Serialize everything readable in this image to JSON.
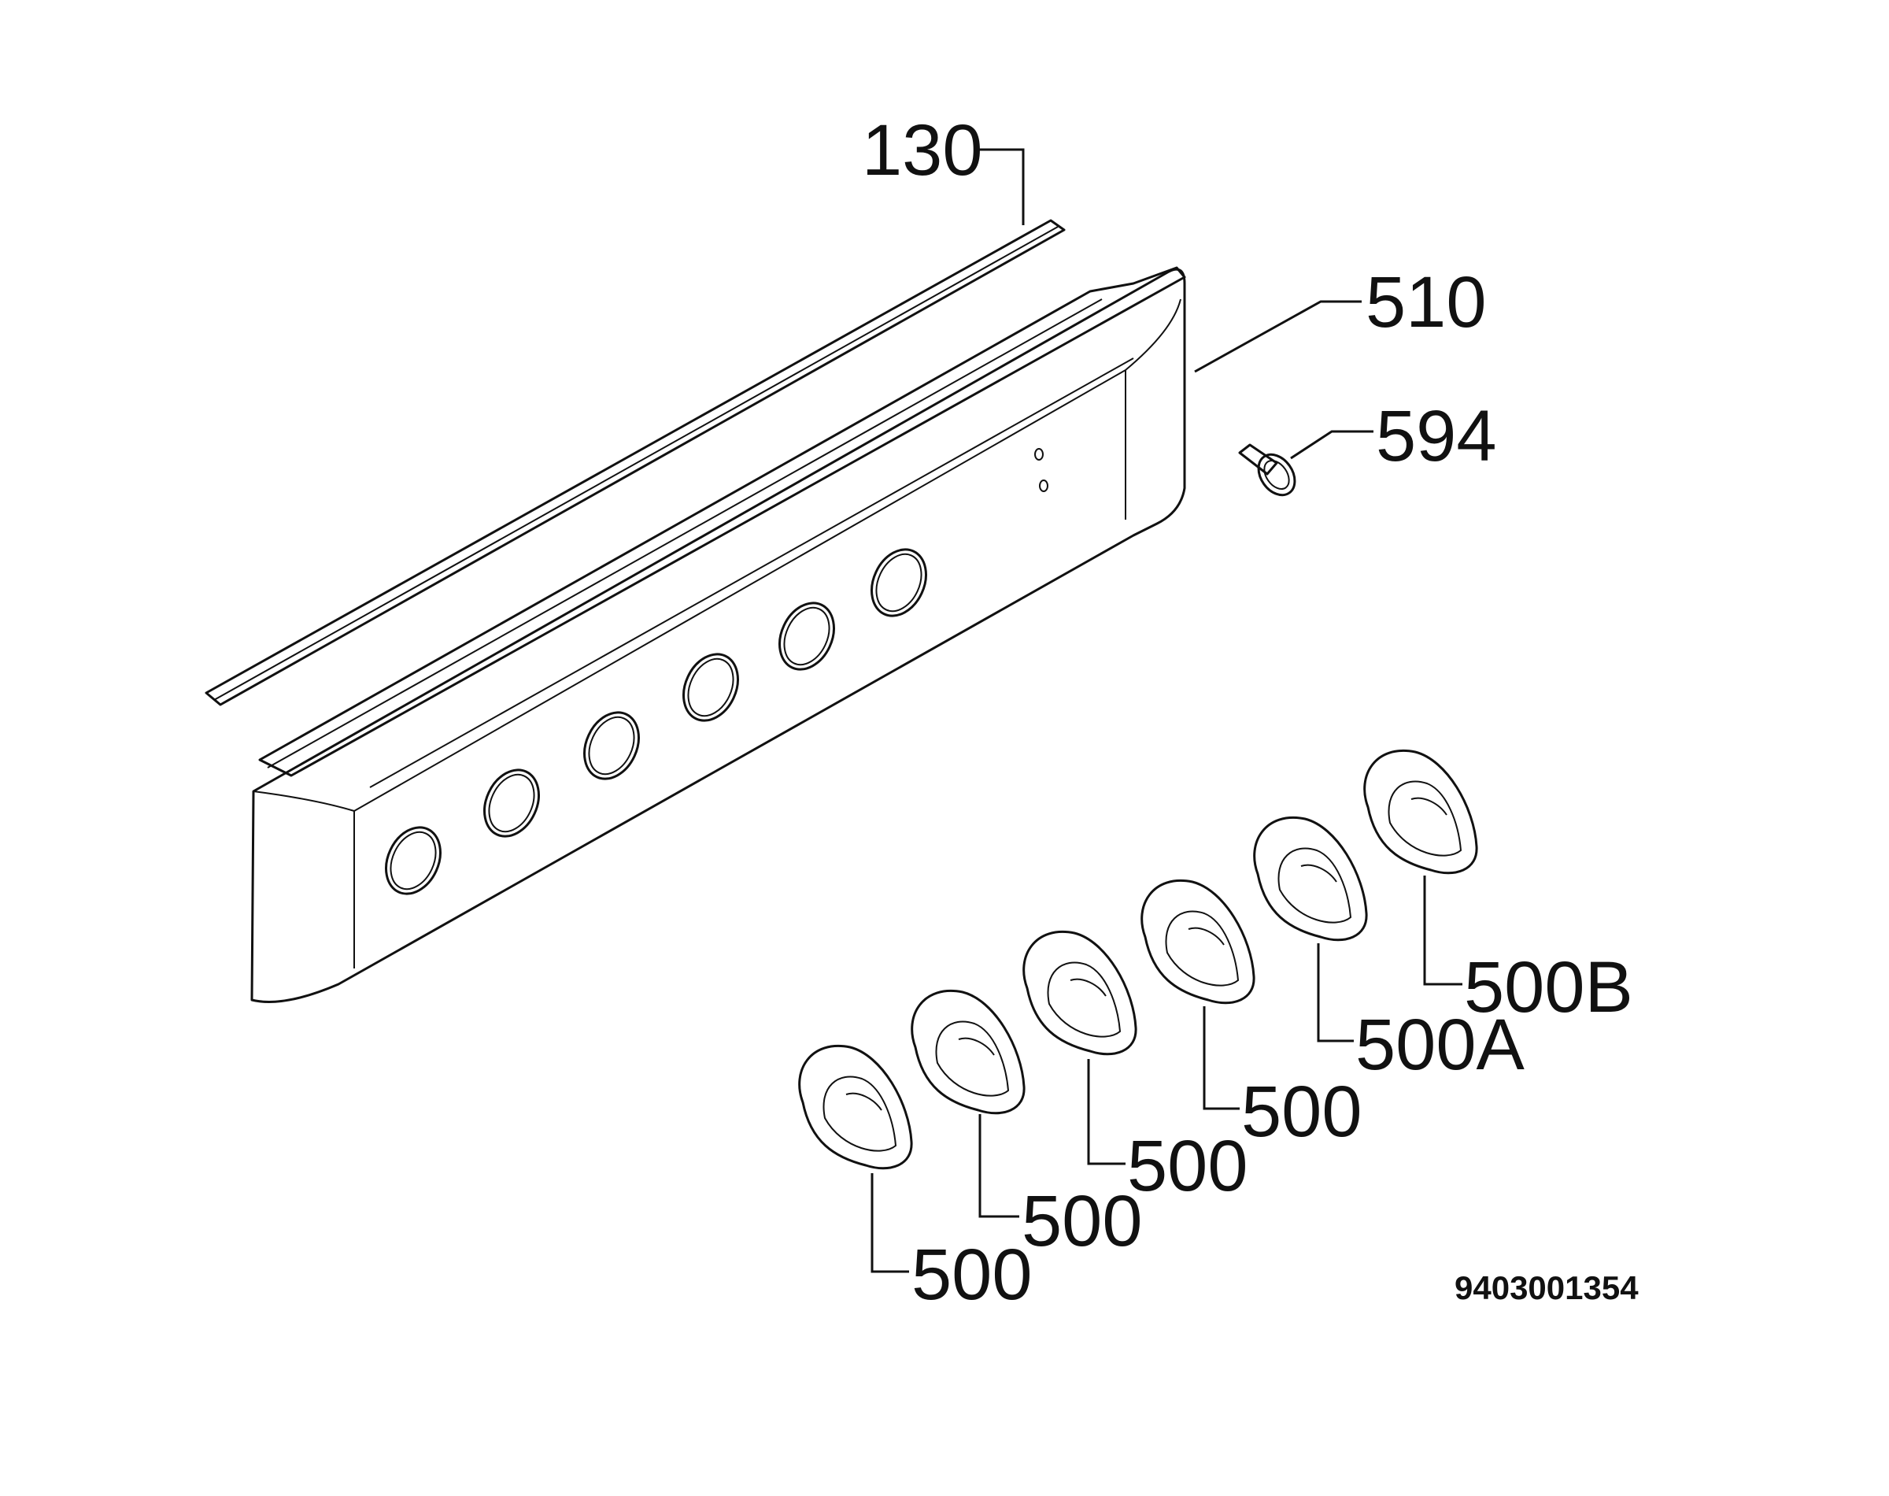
{
  "diagram": {
    "type": "exploded-parts-view",
    "callouts": {
      "seal_strip": "130",
      "control_panel": "510",
      "indicator_lamp": "594",
      "knob_1": "500",
      "knob_2": "500",
      "knob_3": "500",
      "knob_4": "500",
      "knob_5": "500A",
      "knob_6": "500B"
    },
    "document_number": "9403001354",
    "colors": {
      "line": "#111111",
      "background": "#ffffff"
    }
  }
}
